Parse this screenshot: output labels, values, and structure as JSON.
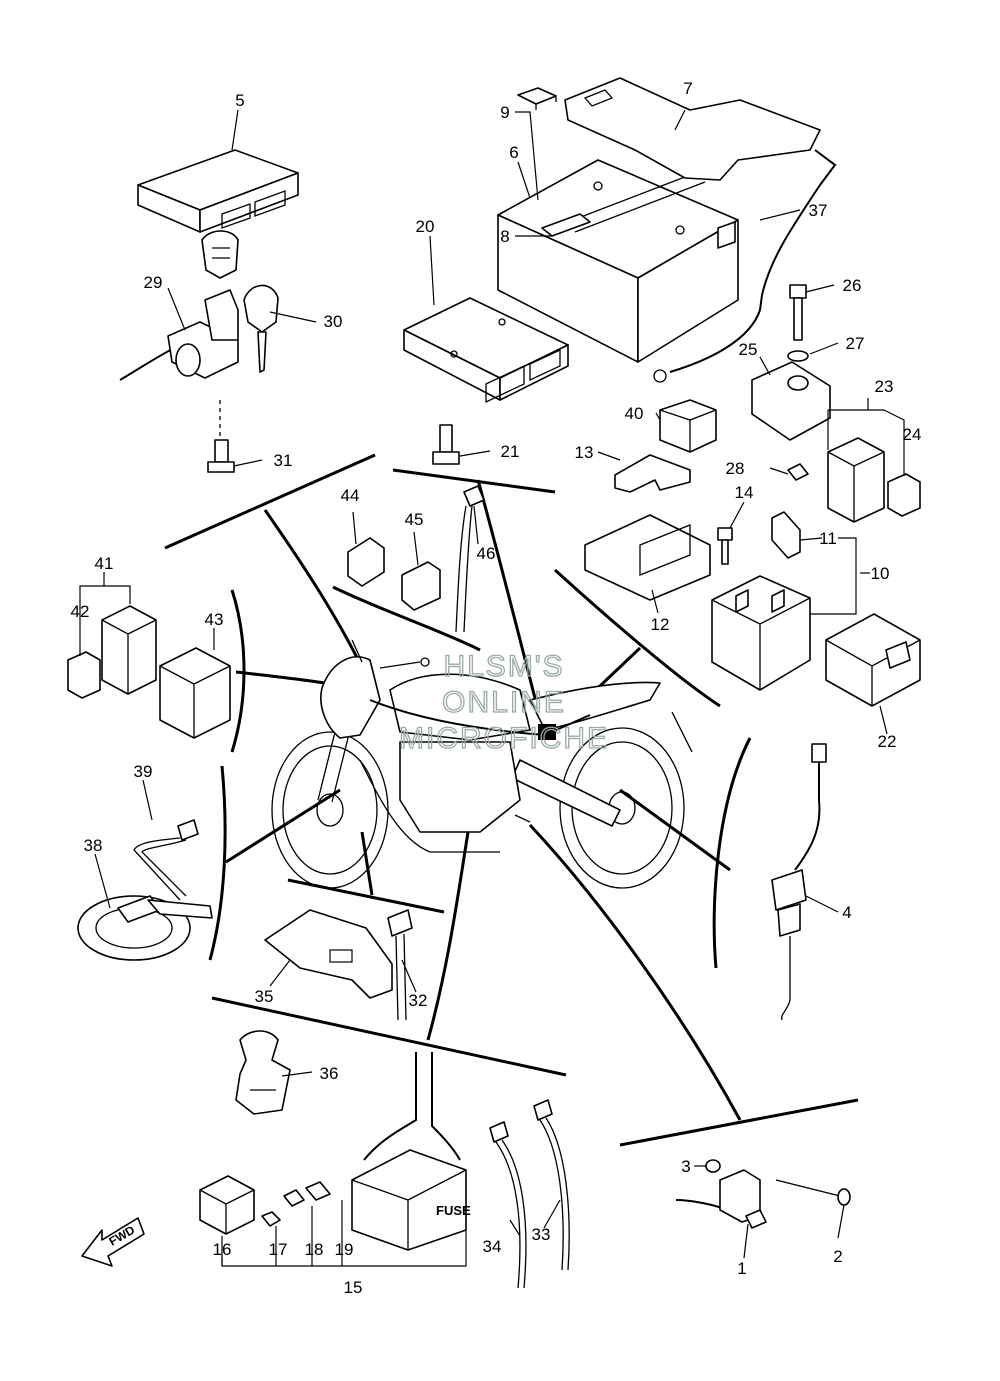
{
  "watermark": {
    "line1": "HLSM'S",
    "line2": "ONLINE",
    "line3": "MICROFICHE"
  },
  "labels": {
    "fuse_box": "FUSE",
    "fwd_arrow": "FWD"
  },
  "part_numbers": {
    "p1": "1",
    "p2": "2",
    "p3": "3",
    "p4": "4",
    "p5": "5",
    "p6": "6",
    "p7": "7",
    "p8": "8",
    "p9": "9",
    "p10": "10",
    "p11": "11",
    "p12": "12",
    "p13": "13",
    "p14": "14",
    "p15": "15",
    "p16": "16",
    "p17": "17",
    "p18": "18",
    "p19": "19",
    "p20": "20",
    "p21": "21",
    "p22": "22",
    "p23": "23",
    "p24": "24",
    "p25": "25",
    "p26": "26",
    "p27": "27",
    "p28": "28",
    "p29": "29",
    "p30": "30",
    "p31": "31",
    "p32": "32",
    "p33": "33",
    "p34": "34",
    "p35": "35",
    "p36": "36",
    "p37": "37",
    "p38": "38",
    "p39": "39",
    "p40": "40",
    "p41": "41",
    "p42": "42",
    "p43": "43",
    "p44": "44",
    "p45": "45",
    "p46": "46"
  }
}
